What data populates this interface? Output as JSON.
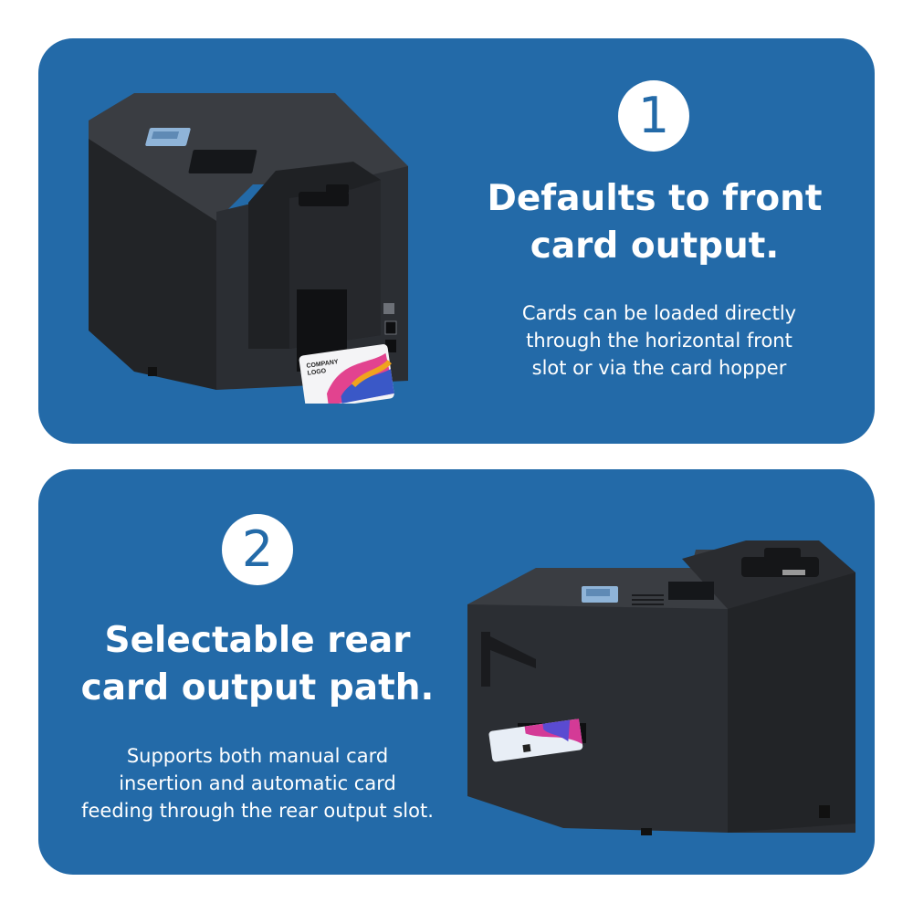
{
  "sections": [
    {
      "number": "1",
      "title_lines": [
        "Defaults to front",
        "card output."
      ],
      "desc_lines": [
        "Cards can be loaded directly",
        "through the horizontal front",
        "slot or via the card hopper"
      ],
      "card_text": [
        "COMPANY",
        "LOGO"
      ]
    },
    {
      "number": "2",
      "title_lines": [
        "Selectable rear",
        "card output path."
      ],
      "desc_lines": [
        "Supports both manual card",
        "insertion and automatic card",
        "feeding through the rear output slot."
      ]
    }
  ],
  "colors": {
    "panel": "#236aa8",
    "device_body": "#2b2e33",
    "display": "#8fb4d8"
  },
  "icons": [
    "card-printer-front-image",
    "card-printer-rear-image"
  ]
}
